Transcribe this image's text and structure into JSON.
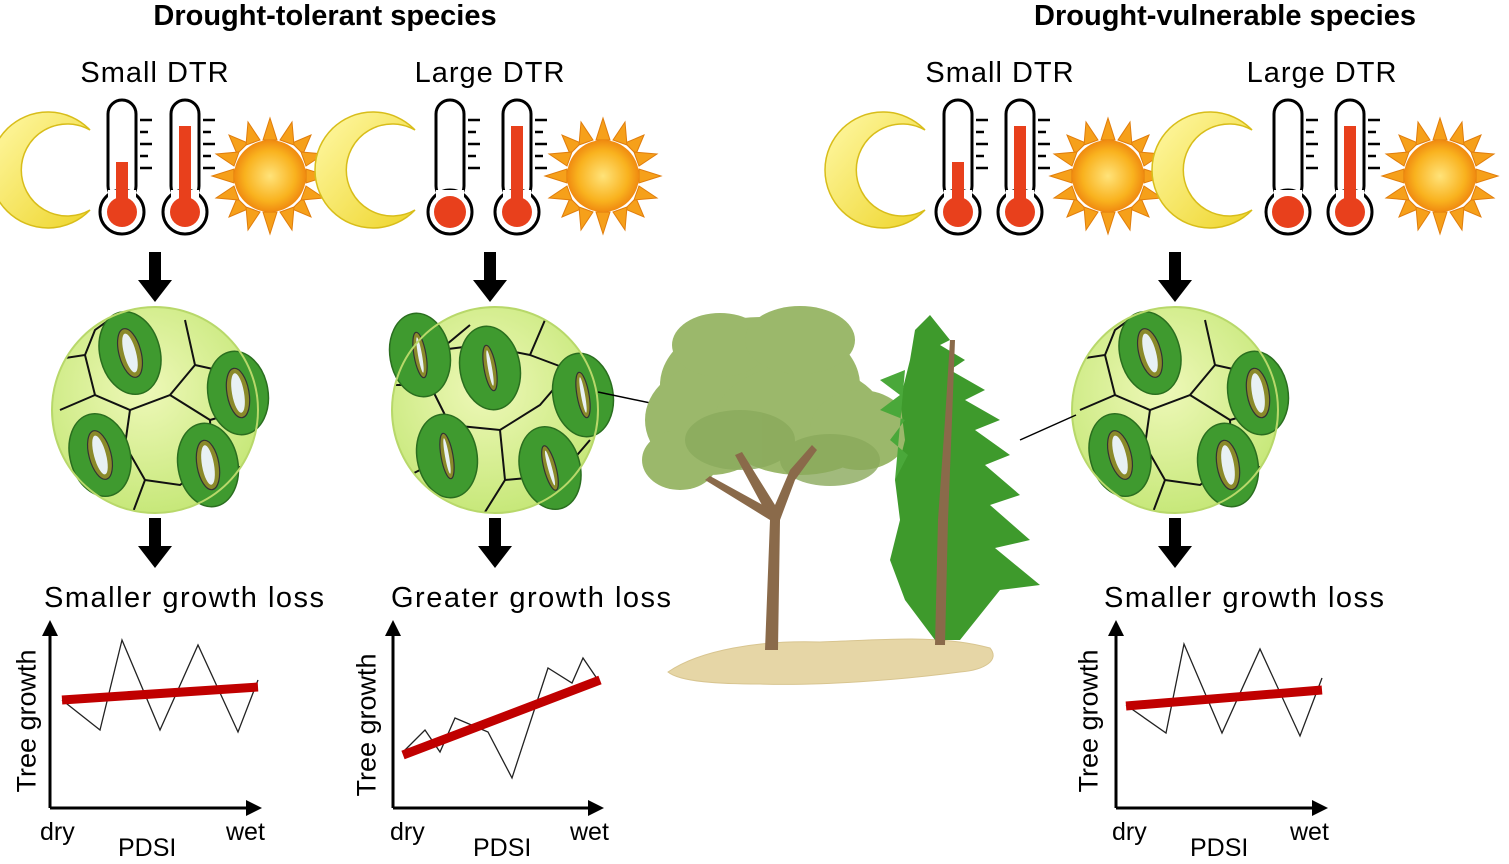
{
  "groups": [
    {
      "title": "Drought-tolerant species",
      "panels": [
        {
          "dtr": "Small DTR",
          "outcome": "Smaller growth loss",
          "chart": {
            "ylabel": "Tree growth",
            "xlabel": "PDSI",
            "xmin": "dry",
            "xmax": "wet"
          }
        },
        {
          "dtr": "Large DTR",
          "outcome": "Greater growth loss",
          "chart": {
            "ylabel": "Tree growth",
            "xlabel": "PDSI",
            "xmin": "dry",
            "xmax": "wet"
          }
        }
      ]
    },
    {
      "title": "Drought-vulnerable species",
      "panels": [
        {
          "dtr": "Small DTR",
          "outcome": "Smaller growth loss",
          "chart": {
            "ylabel": "Tree growth",
            "xlabel": "PDSI",
            "xmin": "dry",
            "xmax": "wet"
          }
        },
        {
          "dtr": "Large DTR"
        }
      ]
    }
  ],
  "icons": {
    "moon": "crescent-moon-icon",
    "sun": "sun-icon",
    "thermometer": "thermometer-icon",
    "stomata": "stomata-cell-icon",
    "arrow": "down-arrow-icon",
    "trees": "tree-icon"
  },
  "colors": {
    "trend": "#c00000",
    "mercury": "#e8401c",
    "leaf_bg": "#d8ef8a",
    "guard_cell": "#3f9a2f",
    "moon": "#f7e84a",
    "sun": "#f7a21b",
    "ground": "#e6d6a6"
  }
}
